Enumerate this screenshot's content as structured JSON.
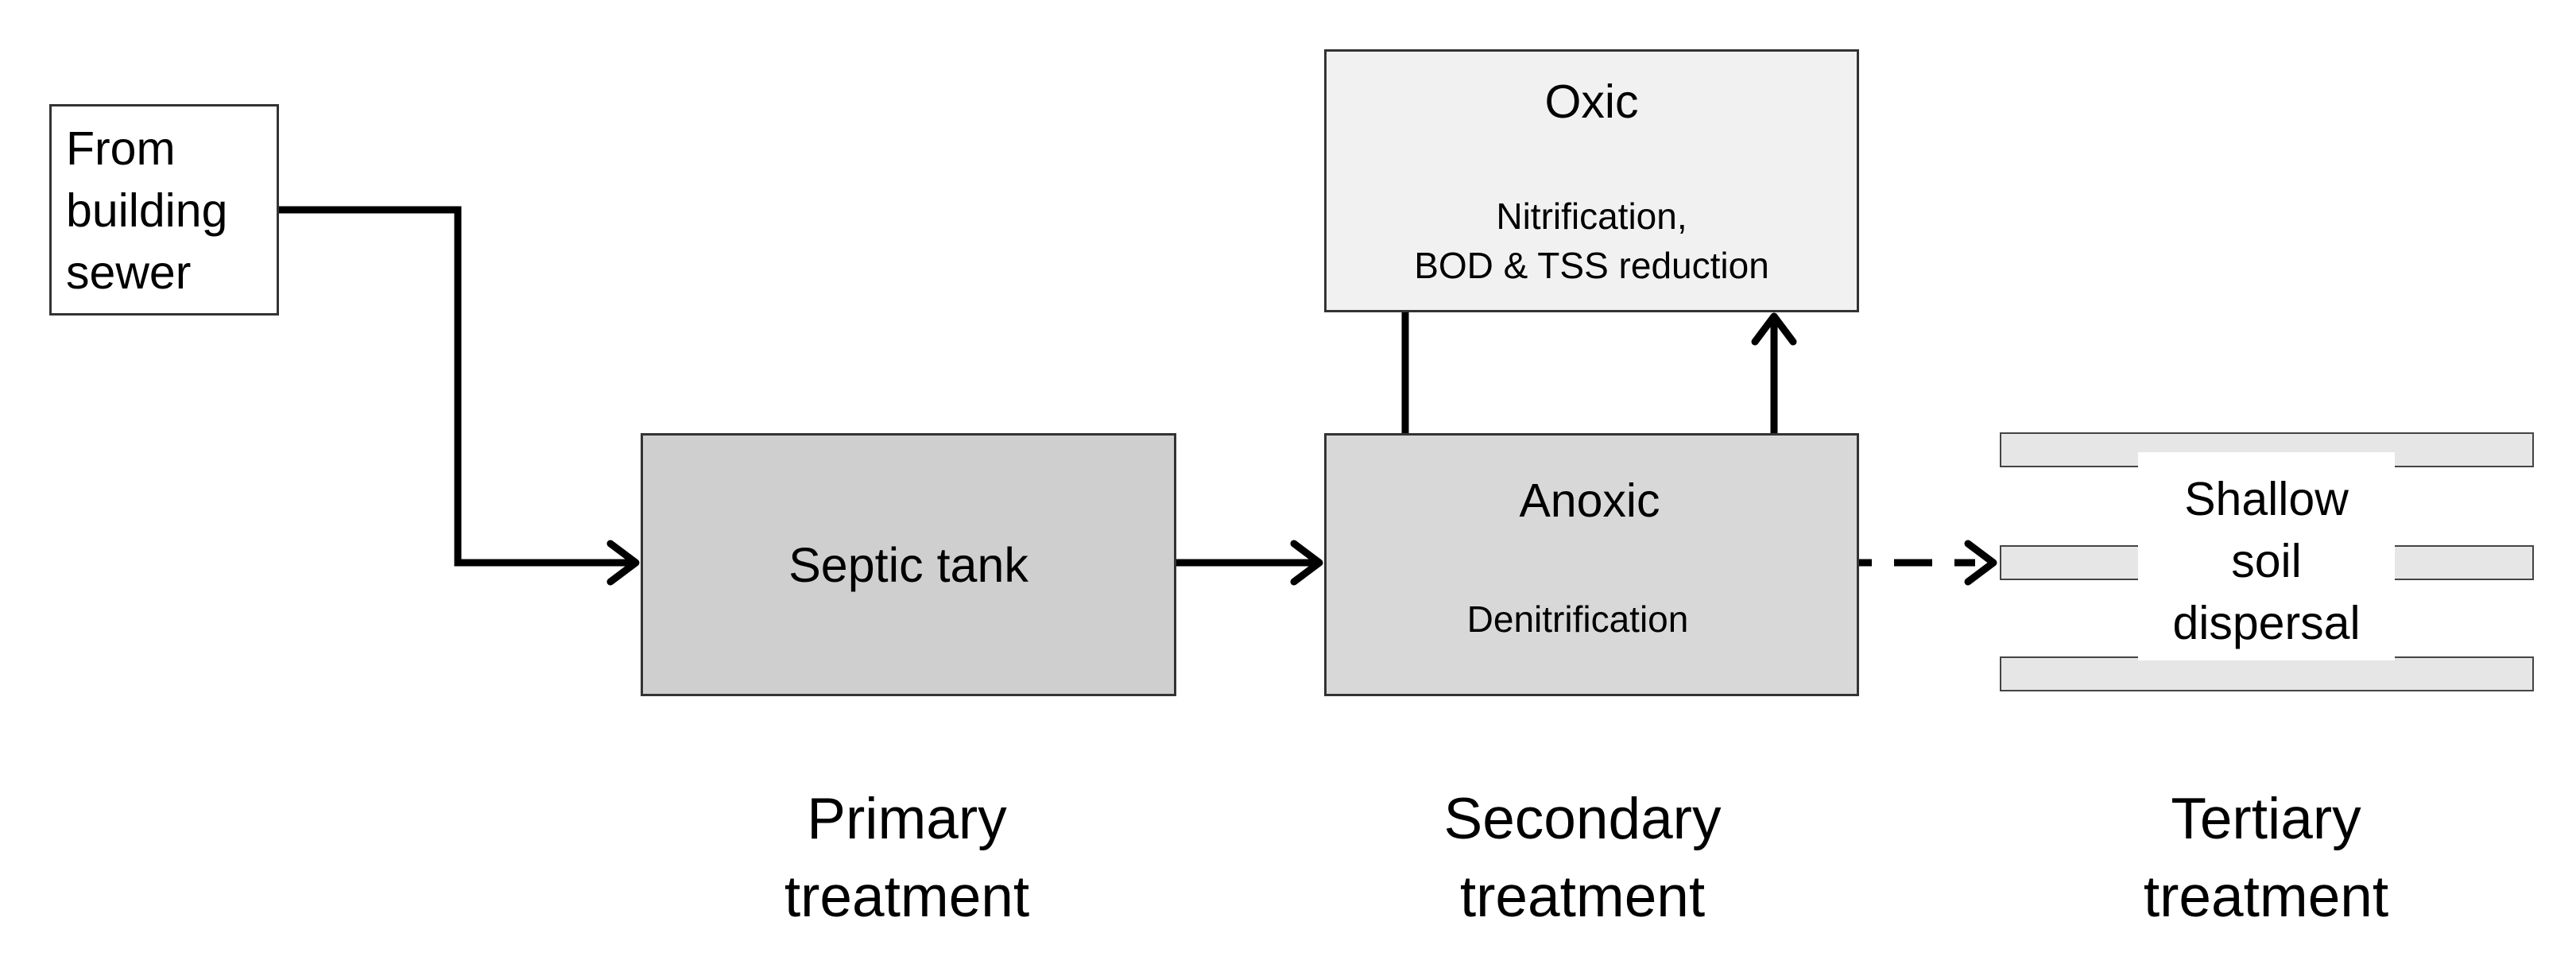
{
  "diagram": {
    "source": {
      "lines": [
        "From",
        "building",
        "sewer"
      ]
    },
    "primary_process": {
      "label": "Septic tank"
    },
    "oxic": {
      "title": "Oxic",
      "description_lines": [
        "Nitrification,",
        "BOD & TSS reduction"
      ]
    },
    "anoxic": {
      "title": "Anoxic",
      "description": "Denitrification"
    },
    "tertiary_process": {
      "lines": [
        "Shallow",
        "soil",
        "dispersal"
      ]
    },
    "stages": {
      "primary": [
        "Primary",
        "treatment"
      ],
      "secondary": [
        "Secondary",
        "treatment"
      ],
      "tertiary": [
        "Tertiary",
        "treatment"
      ]
    }
  },
  "colors": {
    "line": "#000000",
    "septic_fill": "#cfcfcf",
    "oxic_fill": "#f1f1f1",
    "anoxic_fill": "#d8d8d8",
    "soil_bar_fill": "#e6e6e6"
  }
}
